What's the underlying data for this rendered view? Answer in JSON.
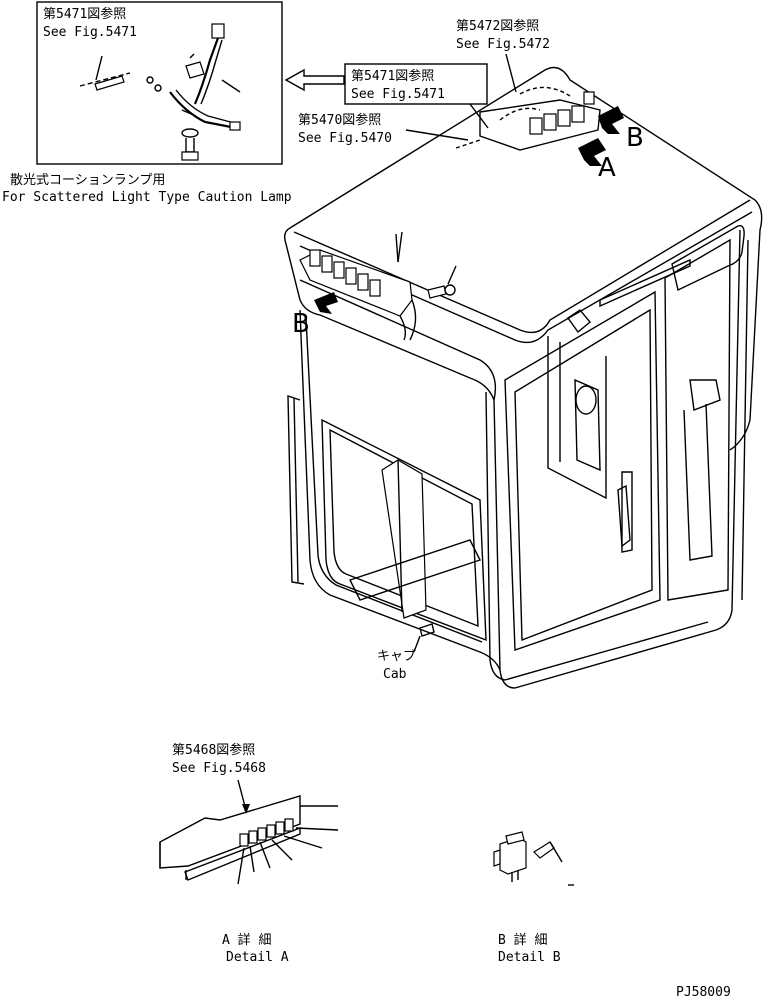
{
  "inset": {
    "ref_jp": "第5471図参照",
    "ref_en": "See Fig.5471",
    "caption_jp": "散光式コーションランプ用",
    "caption_en": "For Scattered Light Type Caution Lamp"
  },
  "callouts": {
    "fig5472_jp": "第5472図参照",
    "fig5472_en": "See Fig.5472",
    "fig5471_jp": "第5471図参照",
    "fig5471_en": "See Fig.5471",
    "fig5470_jp": "第5470図参照",
    "fig5470_en": "See Fig.5470",
    "fig5468_jp": "第5468図参照",
    "fig5468_en": "See Fig.5468"
  },
  "view_markers": {
    "a": "A",
    "b_top": "B",
    "b_left": "B"
  },
  "cab": {
    "label_jp": "キャブ",
    "label_en": "Cab"
  },
  "detail_a": {
    "title_jp": "A 詳 細",
    "title_en": "Detail A"
  },
  "detail_b": {
    "title_jp": "B 詳 細",
    "title_en": "Detail B"
  },
  "drawing_code": "PJ58009"
}
